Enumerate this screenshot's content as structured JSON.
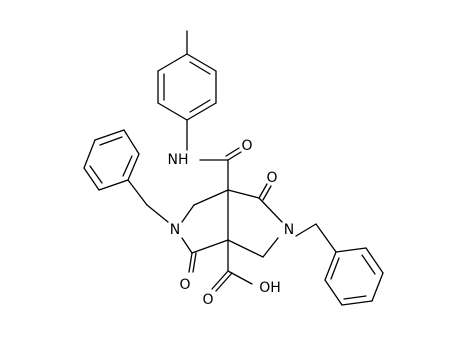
{
  "atoms": {
    "nh": "NH",
    "n_left": "N",
    "n_right": "N",
    "o_amide": "O",
    "o_ketone_upper": "O",
    "o_ketone_lower": "O",
    "oh": "OH"
  },
  "colors": {
    "bond": "#000000",
    "background": "#ffffff"
  }
}
